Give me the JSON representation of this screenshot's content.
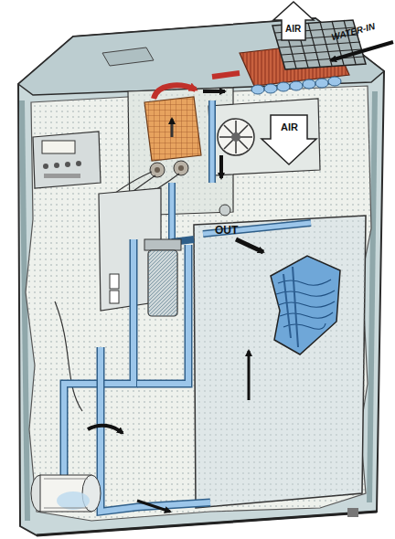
{
  "diagram": {
    "labels": [
      "AIR",
      "WATER-IN",
      "AIR",
      "OUT"
    ]
  }
}
